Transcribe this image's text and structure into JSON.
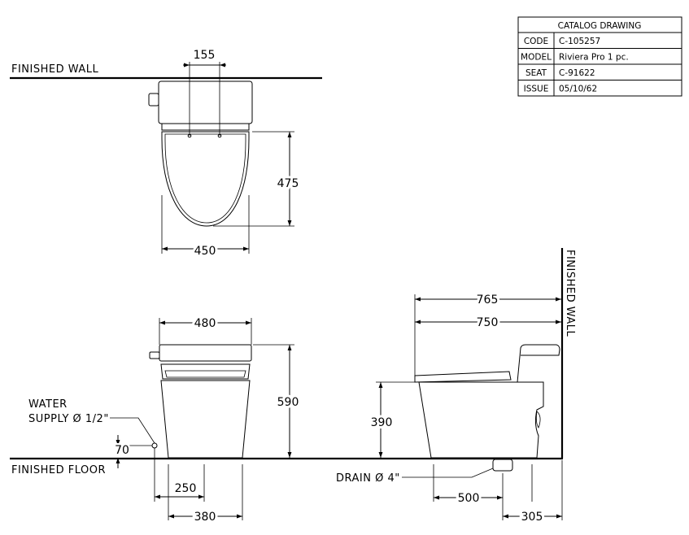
{
  "title_block": {
    "header": "CATALOG DRAWING",
    "rows": [
      {
        "key": "CODE",
        "value": "C-105257"
      },
      {
        "key": "MODEL",
        "value": "Riviera Pro 1 pc."
      },
      {
        "key": "SEAT",
        "value": "C-91622"
      },
      {
        "key": "ISSUE",
        "value": "05/10/62"
      }
    ]
  },
  "labels": {
    "finished_wall_top": "FINISHED  WALL",
    "finished_wall_side": "FINISHED  WALL",
    "finished_floor": "FINISHED  FLOOR",
    "water_supply_line1": "WATER",
    "water_supply_line2": "SUPPLY Ø 1/2\"",
    "drain": "DRAIN Ø 4\""
  },
  "dimensions": {
    "top_hole_spacing": "155",
    "top_seat_depth": "475",
    "top_width": "450",
    "front_width": "480",
    "front_height": "590",
    "supply_height": "70",
    "front_base_half": "250",
    "front_base_width": "380",
    "side_overall": "765",
    "side_body": "750",
    "side_seat_height": "390",
    "side_drain_to_front": "500",
    "side_drain_to_wall": "305"
  }
}
